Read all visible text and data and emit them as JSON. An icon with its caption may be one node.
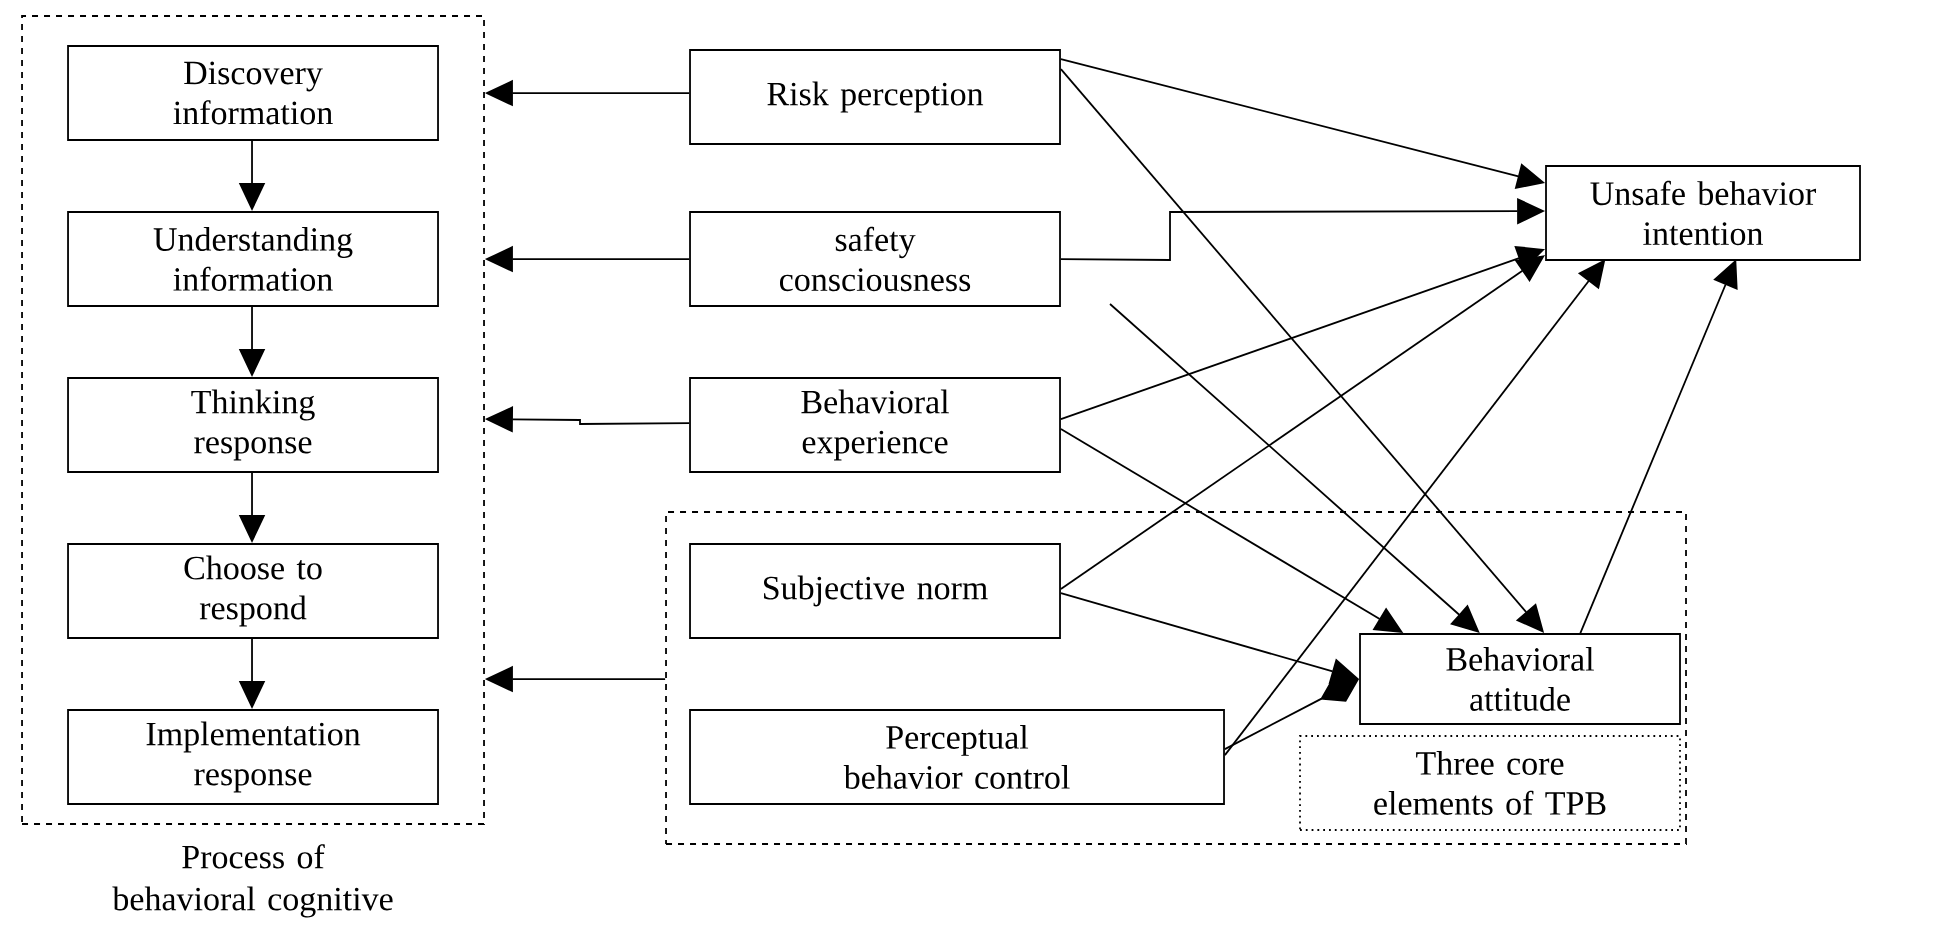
{
  "diagram": {
    "nodes": [
      {
        "text": [
          "Process of behavioral cognitive"
        ]
      },
      {
        "text": [
          "Discovery information"
        ],
        "in": 0
      },
      {
        "text": [
          "Understanding information"
        ],
        "in": 0
      },
      {
        "text": [
          "Thinking response"
        ],
        "in": 0
      },
      {
        "text": [
          "Choose to respond"
        ],
        "in": 0
      },
      {
        "text": [
          "Implementation response"
        ],
        "in": 0
      },
      {
        "text": [
          "Risk perception"
        ]
      },
      {
        "text": [
          "safety consciousness"
        ]
      },
      {
        "text": [
          "Behavioral experience"
        ]
      },
      {
        "text": [],
        "shape": "box"
      },
      {
        "text": [
          "Subjective norm"
        ],
        "in": 9
      },
      {
        "text": [
          "Perceptual behavior control"
        ],
        "in": 9
      },
      {
        "text": [
          "Behavioral attitude"
        ],
        "in": 9
      },
      {
        "text": [
          "Three core elements of TPB"
        ],
        "in": 9
      },
      {
        "text": [
          "Unsafe behavior intention"
        ]
      }
    ],
    "edges": [
      {
        "from": 1,
        "to": 2,
        "arrow": "to"
      },
      {
        "from": 2,
        "to": 3,
        "arrow": "to"
      },
      {
        "from": 3,
        "to": 4,
        "arrow": "to"
      },
      {
        "from": 4,
        "to": 5,
        "arrow": "to"
      },
      {
        "from": 6,
        "to": 0,
        "arrow": "to"
      },
      {
        "from": 7,
        "to": 0,
        "arrow": "to"
      },
      {
        "from": 8,
        "to": 0,
        "arrow": "to"
      },
      {
        "from": 9,
        "to": 0,
        "arrow": "to"
      },
      {
        "from": 6,
        "to": 14,
        "arrow": "to"
      },
      {
        "from": 7,
        "to": 14,
        "arrow": "to"
      },
      {
        "from": 8,
        "to": 14,
        "arrow": "to"
      },
      {
        "from": 10,
        "to": 14,
        "arrow": "to"
      },
      {
        "from": 11,
        "to": 14,
        "arrow": "to"
      },
      {
        "from": 12,
        "to": 14,
        "arrow": "to"
      },
      {
        "from": 6,
        "to": 12,
        "arrow": "to"
      },
      {
        "from": null,
        "to": 12,
        "arrow": "to"
      },
      {
        "from": 8,
        "to": 12,
        "arrow": "to"
      },
      {
        "from": 10,
        "to": 12,
        "arrow": "to"
      },
      {
        "from": 11,
        "to": 12,
        "arrow": "other"
      }
    ]
  }
}
